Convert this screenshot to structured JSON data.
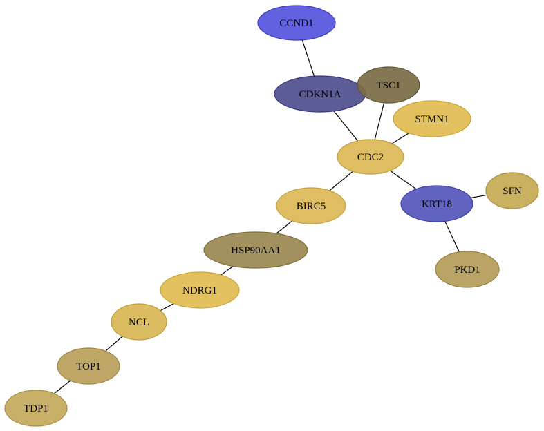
{
  "nodes": [
    {
      "id": "CCND1",
      "label": "CCND1",
      "color": "#5555dd",
      "stroke": "#3b3bbf"
    },
    {
      "id": "CDKN1A",
      "label": "CDKN1A",
      "color": "#4e4e8e",
      "stroke": "#383877"
    },
    {
      "id": "TSC1",
      "label": "TSC1",
      "color": "#7a6d45",
      "stroke": "#5e5333"
    },
    {
      "id": "STMN1",
      "label": "STMN1",
      "color": "#e0bc50",
      "stroke": "#c9a33a"
    },
    {
      "id": "CDC2",
      "label": "CDC2",
      "color": "#dcb856",
      "stroke": "#c29f3e"
    },
    {
      "id": "SFN",
      "label": "SFN",
      "color": "#c6aa55",
      "stroke": "#a98f3e"
    },
    {
      "id": "KRT18",
      "label": "KRT18",
      "color": "#5555bb",
      "stroke": "#3c3ca6"
    },
    {
      "id": "BIRC5",
      "label": "BIRC5",
      "color": "#dcb856",
      "stroke": "#c29f3e"
    },
    {
      "id": "HSP90AA1",
      "label": "HSP90AA1",
      "color": "#9a8750",
      "stroke": "#7d6c3b"
    },
    {
      "id": "PKD1",
      "label": "PKD1",
      "color": "#b39c59",
      "stroke": "#978142"
    },
    {
      "id": "NDRG1",
      "label": "NDRG1",
      "color": "#e0bc50",
      "stroke": "#c9a33a"
    },
    {
      "id": "NCL",
      "label": "NCL",
      "color": "#d8b654",
      "stroke": "#bf9d3d"
    },
    {
      "id": "TOP1",
      "label": "TOP1",
      "color": "#b8a05a",
      "stroke": "#9c8543"
    },
    {
      "id": "TDP1",
      "label": "TDP1",
      "color": "#c4a95c",
      "stroke": "#a88e45"
    }
  ],
  "edges": [
    [
      "CCND1",
      "CDKN1A"
    ],
    [
      "CDKN1A",
      "CDC2"
    ],
    [
      "TSC1",
      "CDC2"
    ],
    [
      "STMN1",
      "CDC2"
    ],
    [
      "CDC2",
      "KRT18"
    ],
    [
      "CDC2",
      "BIRC5"
    ],
    [
      "KRT18",
      "SFN"
    ],
    [
      "KRT18",
      "PKD1"
    ],
    [
      "BIRC5",
      "HSP90AA1"
    ],
    [
      "HSP90AA1",
      "NDRG1"
    ],
    [
      "NDRG1",
      "NCL"
    ],
    [
      "NCL",
      "TOP1"
    ],
    [
      "TOP1",
      "TDP1"
    ]
  ]
}
